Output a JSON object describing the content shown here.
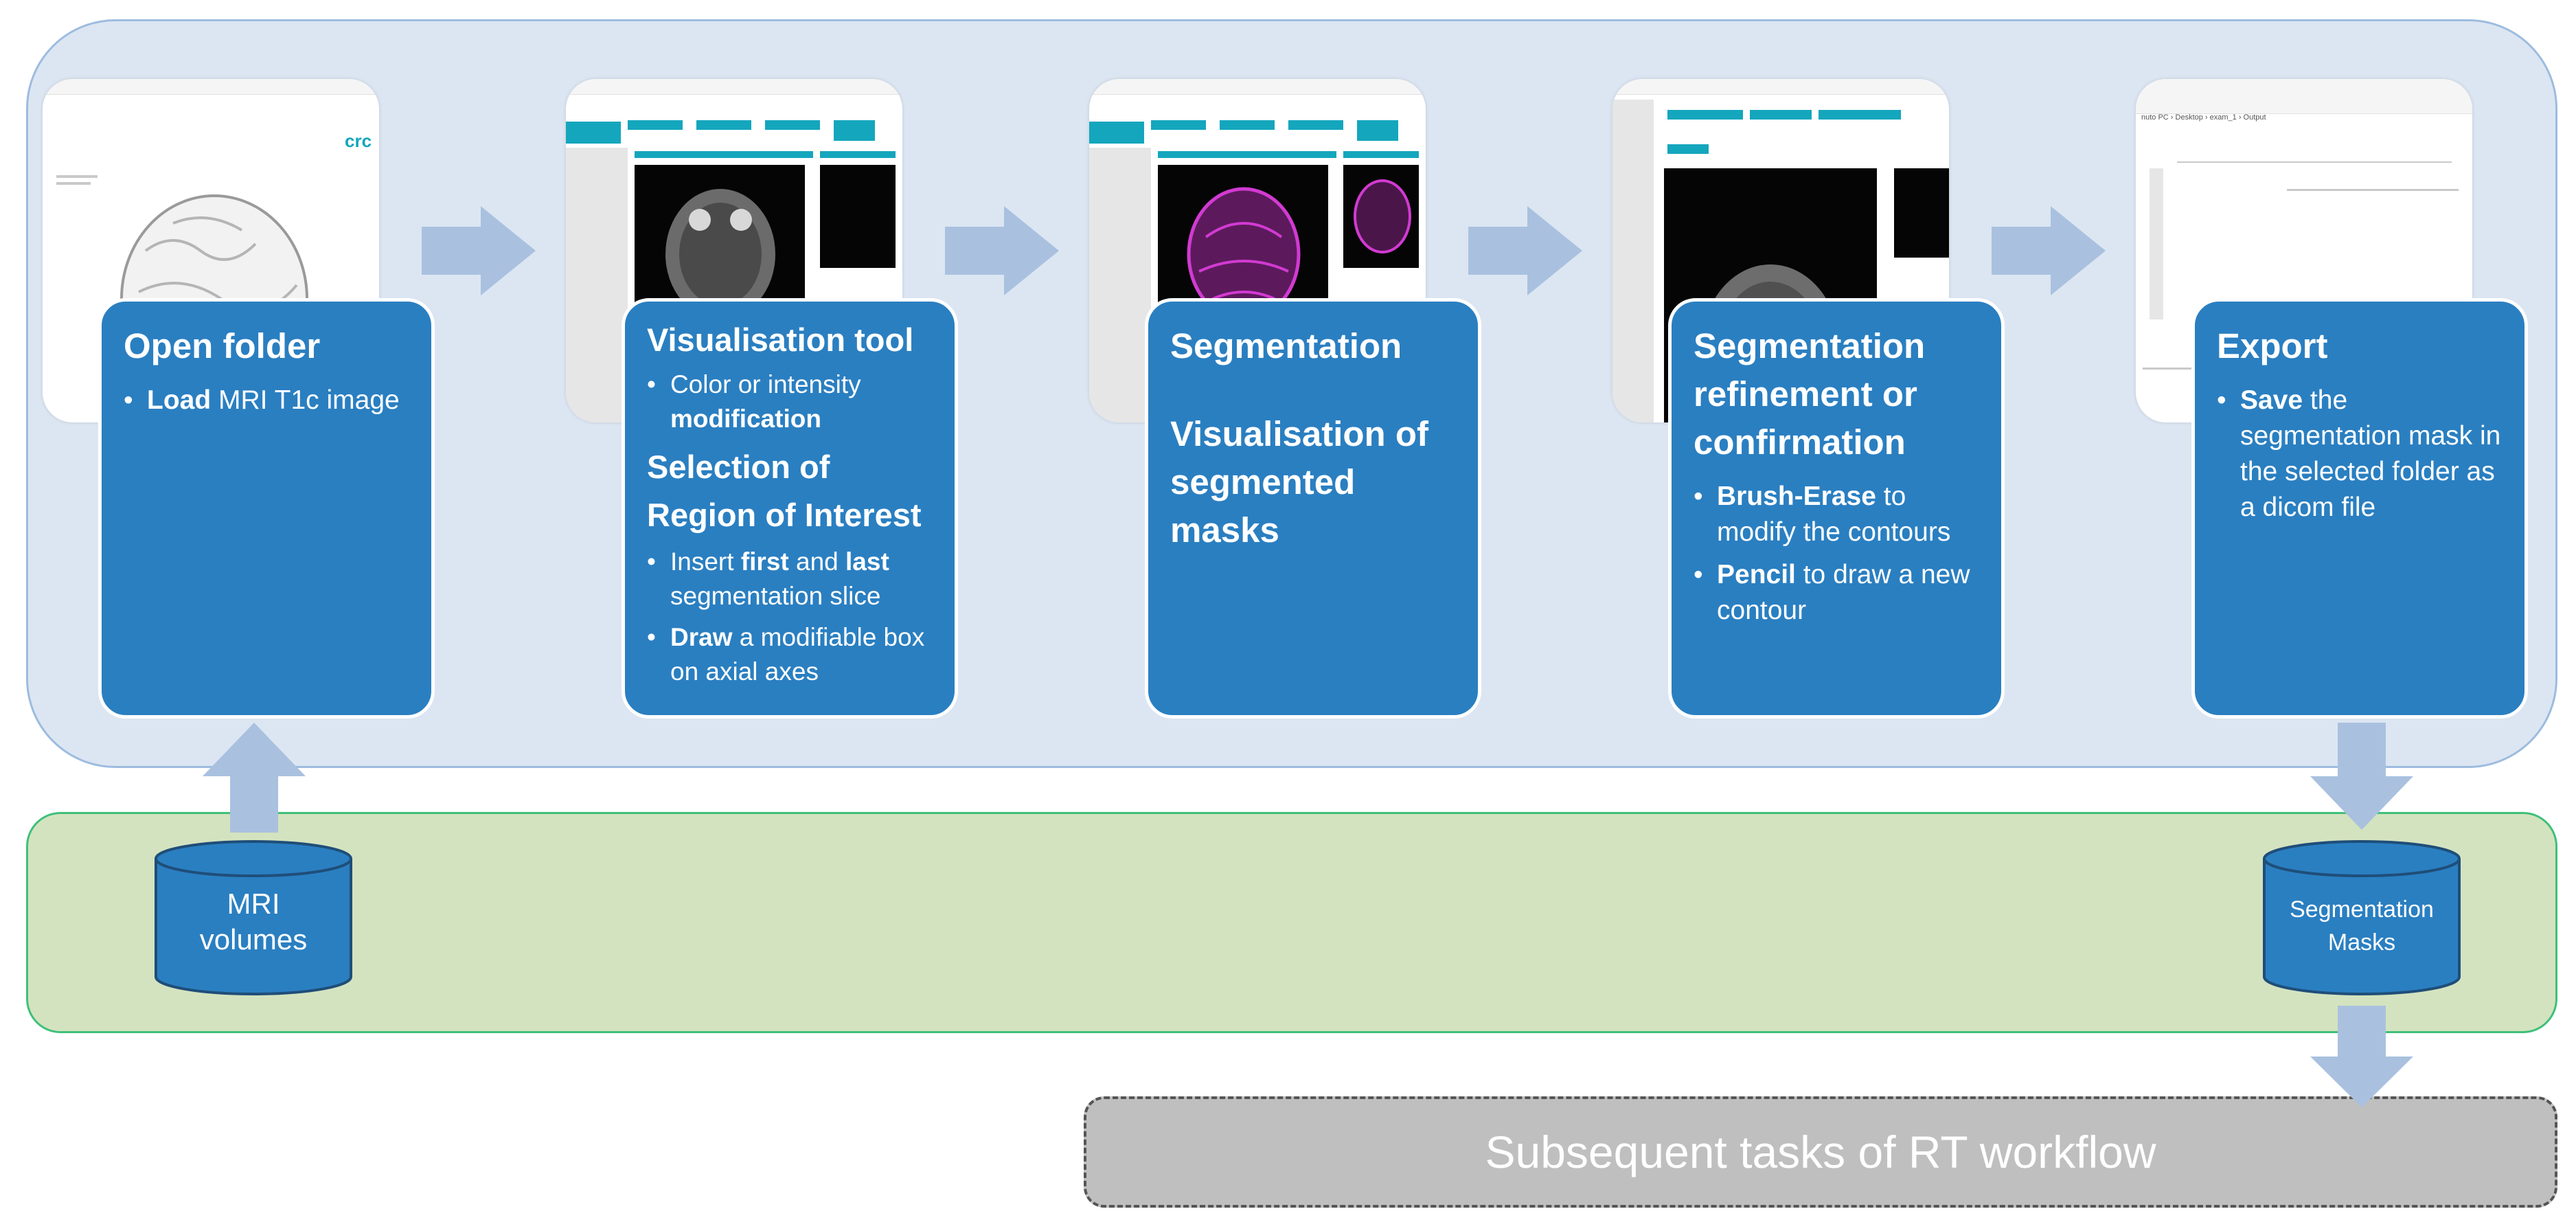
{
  "colors": {
    "top_band": "#dce6f2",
    "mid_band": "#d4e3bf",
    "bottom_band": "#bfbfbf",
    "card": "#2a7fc1",
    "arrow": "#a9c1df",
    "cylinder": "#2a7fc1"
  },
  "steps": [
    {
      "title": "Open folder",
      "bullets": [
        {
          "bold": "Load",
          "rest": " MRI T1c image"
        }
      ]
    },
    {
      "title": "Visualisation tool",
      "bullets": [
        {
          "pre": "Color or intensity ",
          "bold": "modification",
          "rest": ""
        }
      ],
      "subtitle": "Selection of Region of Interest",
      "bullets2": [
        {
          "pre": "Insert ",
          "bold": "first",
          "mid": " and ",
          "bold2": "last",
          "rest": " segmentation slice"
        },
        {
          "pre": "",
          "bold": "Draw",
          "rest": " a modifiable box on axial axes"
        }
      ]
    },
    {
      "title": "Segmentation",
      "subtitle": "Visualisation of segmented masks"
    },
    {
      "title": "Segmentation refinement or confirmation",
      "bullets": [
        {
          "bold": "Brush-Erase",
          "rest": " to modify the contours"
        },
        {
          "bold": "Pencil",
          "rest": " to draw a new contour"
        }
      ]
    },
    {
      "title": "Export",
      "bullets": [
        {
          "bold": "Save",
          "rest": " the segmentation mask in the selected folder as a dicom file"
        }
      ]
    }
  ],
  "storage": {
    "input": "MRI volumes",
    "output": "Segmentation Masks"
  },
  "footer": "Subsequent tasks of RT workflow"
}
